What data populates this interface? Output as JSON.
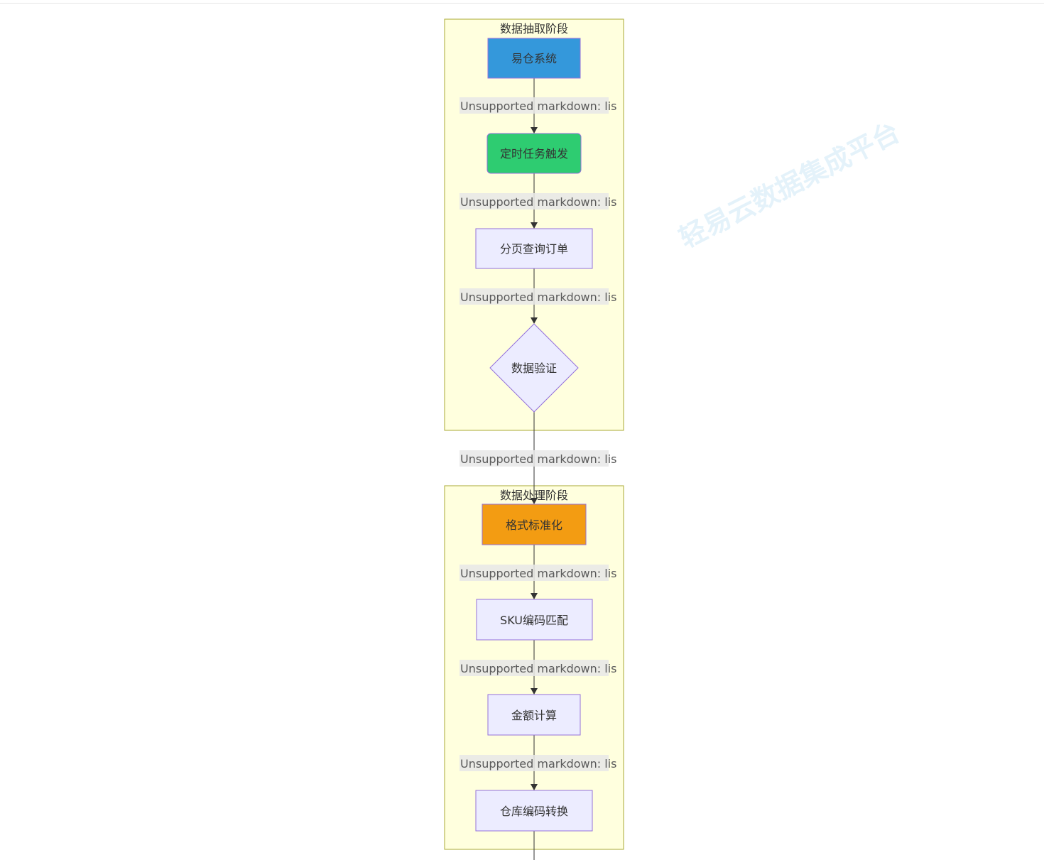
{
  "watermark": "轻易云数据集成平台",
  "colors": {
    "cluster_fill": "#ffffde",
    "cluster_stroke": "#aaaa33",
    "node_fill": "#ececff",
    "node_stroke": "#9370db",
    "blue": "#3498db",
    "green": "#2ecc71",
    "orange": "#f39c12",
    "edge": "#333333",
    "label_bg": "#e8e8e8"
  },
  "clusters": [
    {
      "id": "extract",
      "title": "数据抽取阶段"
    },
    {
      "id": "process",
      "title": "数据处理阶段"
    }
  ],
  "nodes": [
    {
      "id": "n1",
      "label": "易仓系统",
      "shape": "rect",
      "fill": "blue"
    },
    {
      "id": "n2",
      "label": "定时任务触发",
      "shape": "round",
      "fill": "green"
    },
    {
      "id": "n3",
      "label": "分页查询订单",
      "shape": "rect",
      "fill": "default"
    },
    {
      "id": "n4",
      "label": "数据验证",
      "shape": "diamond",
      "fill": "default"
    },
    {
      "id": "n5",
      "label": "格式标准化",
      "shape": "rect",
      "fill": "orange"
    },
    {
      "id": "n6",
      "label": "SKU编码匹配",
      "shape": "rect",
      "fill": "default"
    },
    {
      "id": "n7",
      "label": "金额计算",
      "shape": "rect",
      "fill": "default"
    },
    {
      "id": "n8",
      "label": "仓库编码转换",
      "shape": "rect",
      "fill": "default"
    }
  ],
  "edges": [
    {
      "from": "n1",
      "to": "n2",
      "label": "Unsupported markdown: lis"
    },
    {
      "from": "n2",
      "to": "n3",
      "label": "Unsupported markdown: lis"
    },
    {
      "from": "n3",
      "to": "n4",
      "label": "Unsupported markdown: lis"
    },
    {
      "from": "n4",
      "to": "n5",
      "label": "Unsupported markdown: lis"
    },
    {
      "from": "n5",
      "to": "n6",
      "label": "Unsupported markdown: lis"
    },
    {
      "from": "n6",
      "to": "n7",
      "label": "Unsupported markdown: lis"
    },
    {
      "from": "n7",
      "to": "n8",
      "label": "Unsupported markdown: lis"
    }
  ]
}
